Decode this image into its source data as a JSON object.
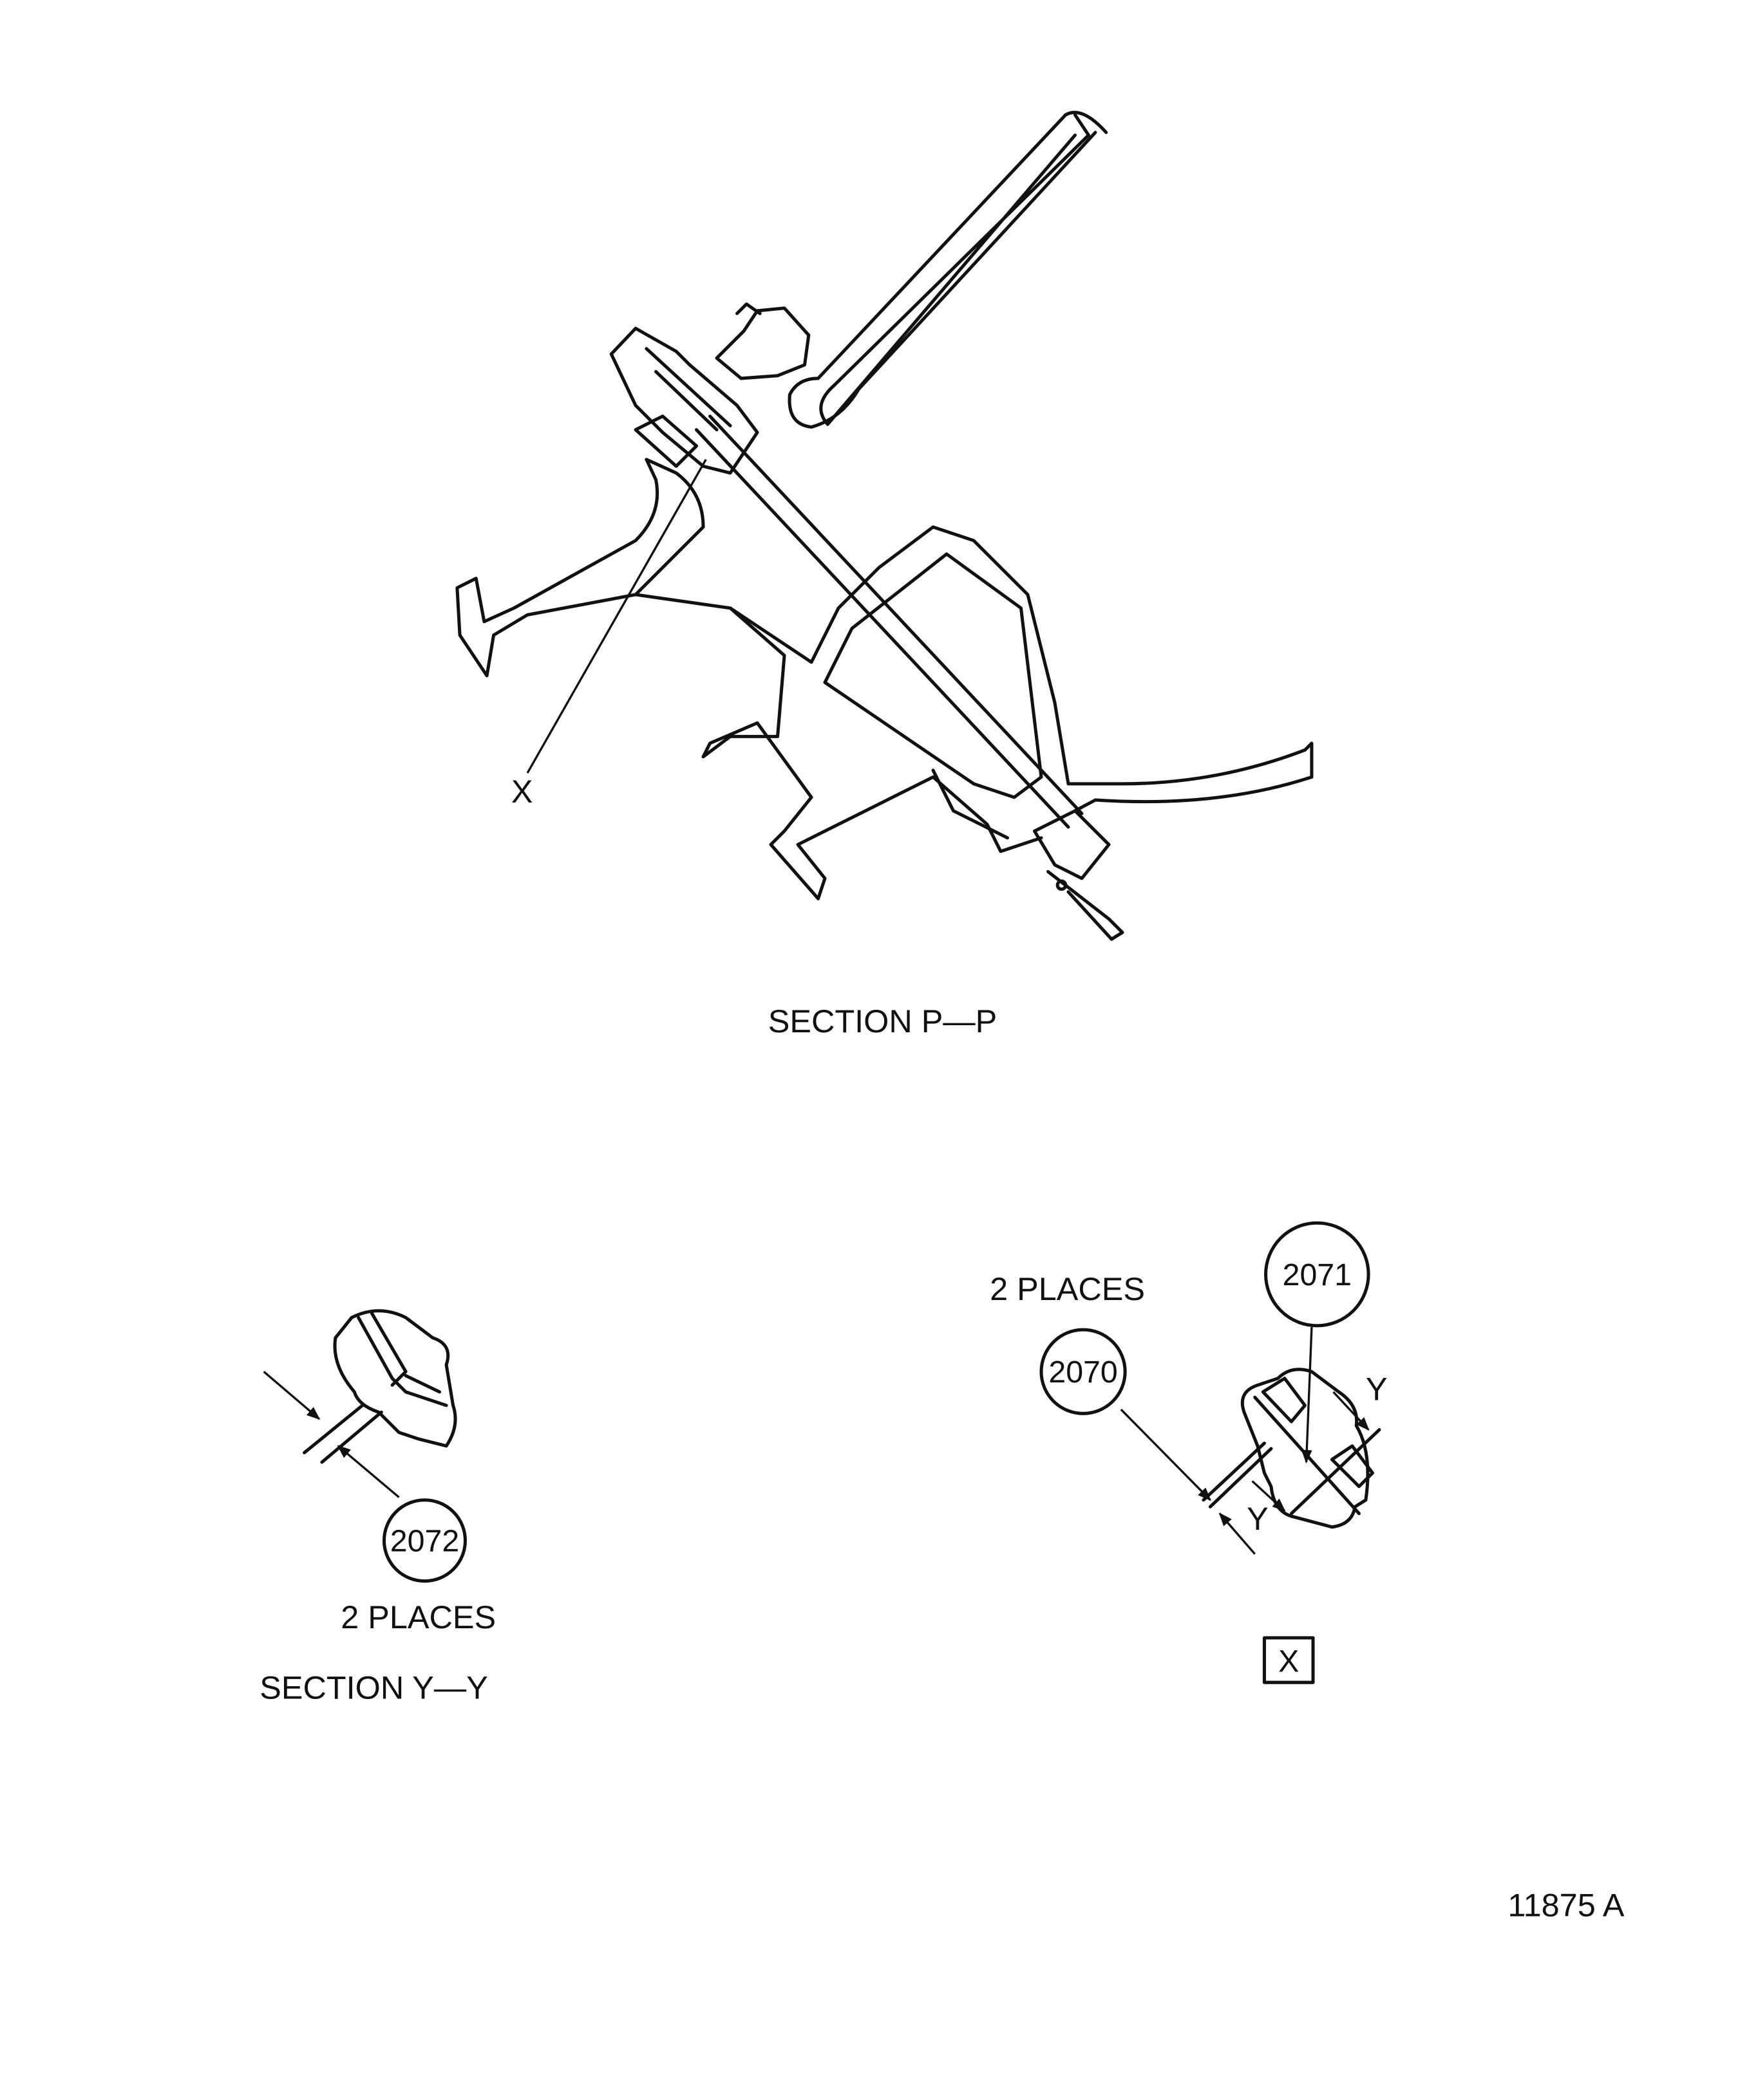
{
  "section_pp": {
    "title": "SECTION P—P",
    "detail_callout": "X"
  },
  "section_yy": {
    "title": "SECTION Y—Y",
    "balloon": "2072",
    "places_note": "2 PLACES"
  },
  "detail_x": {
    "places_note": "2 PLACES",
    "balloon_left": "2070",
    "balloon_right": "2071",
    "section_mark_1": "Y",
    "section_mark_2": "Y",
    "detail_label": "X"
  },
  "figure_number": "11875 A"
}
